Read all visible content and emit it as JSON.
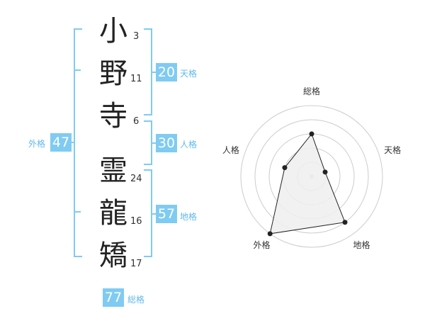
{
  "name": {
    "characters": [
      {
        "char": "小",
        "strokes": "3"
      },
      {
        "char": "野",
        "strokes": "11"
      },
      {
        "char": "寺",
        "strokes": "6"
      },
      {
        "char": "霊",
        "strokes": "24"
      },
      {
        "char": "龍",
        "strokes": "16"
      },
      {
        "char": "矯",
        "strokes": "17"
      }
    ]
  },
  "scores": {
    "tenkaku": {
      "value": "20",
      "label": "天格"
    },
    "jinkaku": {
      "value": "30",
      "label": "人格"
    },
    "chikaku": {
      "value": "57",
      "label": "地格"
    },
    "gaikaku": {
      "value": "47",
      "label": "外格"
    },
    "soukaku": {
      "value": "77",
      "label": "総格"
    }
  },
  "chart_data": {
    "type": "radar",
    "axes": [
      "総格",
      "天格",
      "地格",
      "外格",
      "人格"
    ],
    "values": [
      3,
      1,
      4,
      5,
      2
    ],
    "range": [
      0,
      5
    ],
    "rings": 5,
    "colors": {
      "line": "#222222",
      "fill": "#eeeeee",
      "ring": "#cccccc",
      "accent": "#7fcbf2"
    }
  }
}
